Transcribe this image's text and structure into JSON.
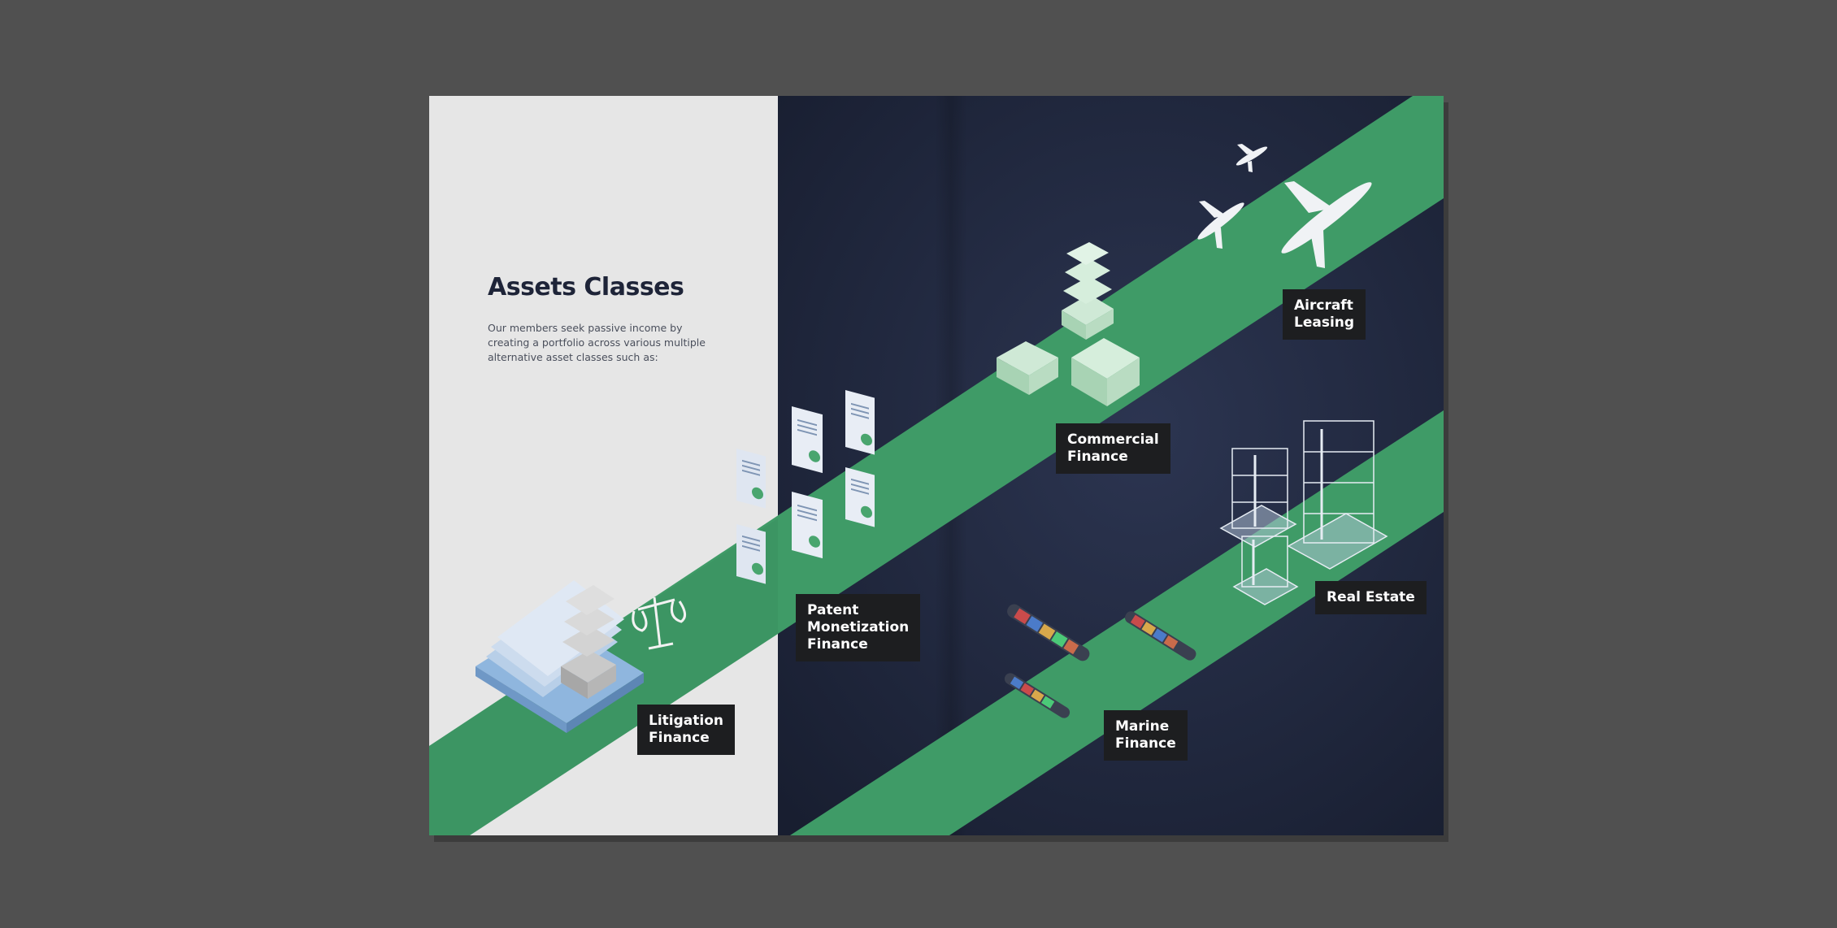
{
  "page": {
    "title": "Assets Classes",
    "intro_lines": [
      "Our members seek passive income by",
      "creating a portfolio across various multiple",
      "alternative asset classes such as:"
    ]
  },
  "labels": {
    "litigation": [
      "Litigation",
      "Finance"
    ],
    "patent": [
      "Patent",
      "Monetization",
      "Finance"
    ],
    "commercial": [
      "Commercial",
      "Finance"
    ],
    "aircraft": [
      "Aircraft",
      "Leasing"
    ],
    "real_estate": [
      "Real Estate"
    ],
    "marine": [
      "Marine",
      "Finance"
    ]
  },
  "colors": {
    "background": "#505050",
    "left_page": "#e6e6e6",
    "navy": "#222b44",
    "band_green": "#3f9b67",
    "label_bg": "#1d1e20",
    "title": "#1e2438"
  },
  "icons": [
    "scales-icon",
    "book-stack-icon",
    "document-check-icon",
    "cash-stack-icon",
    "airplane-icon",
    "building-icon",
    "cargo-ship-icon"
  ]
}
